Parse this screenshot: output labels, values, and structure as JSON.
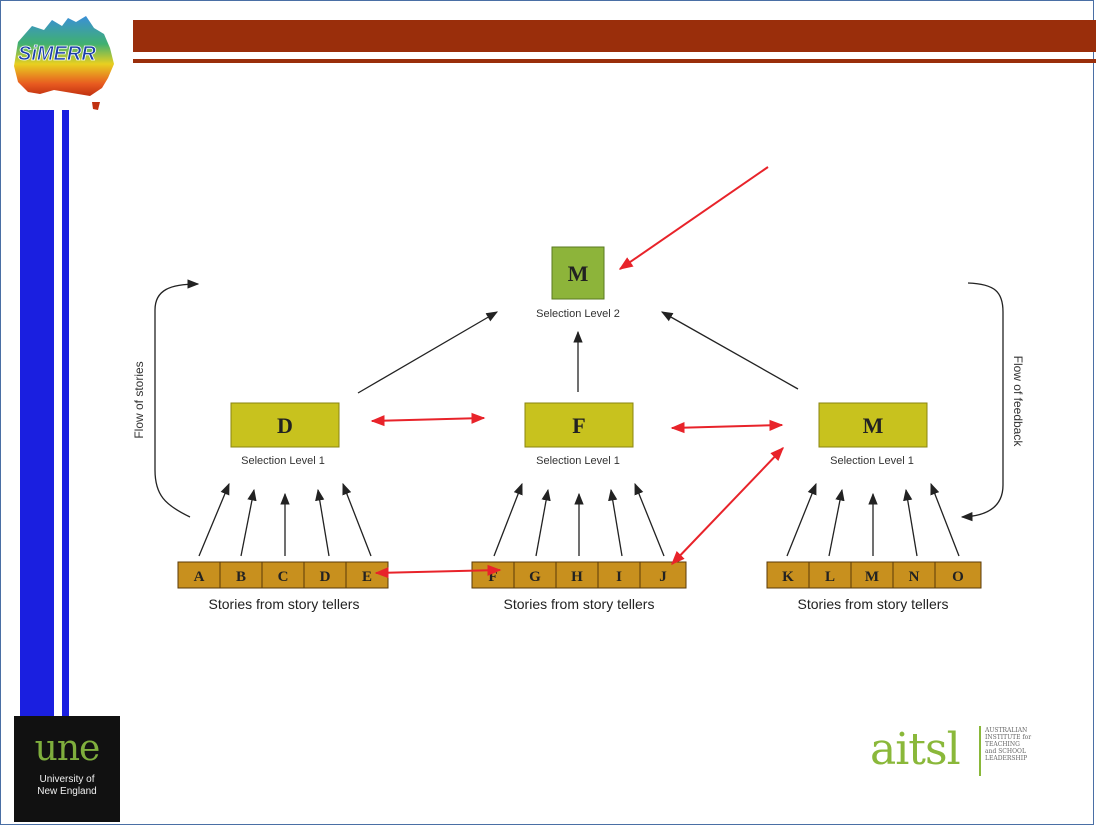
{
  "header": {
    "logo_text": "SiMERR"
  },
  "diagram": {
    "top_node": {
      "letter": "M",
      "caption": "Selection Level 2"
    },
    "level1_nodes": [
      {
        "letter": "D",
        "caption": "Selection Level 1"
      },
      {
        "letter": "F",
        "caption": "Selection Level 1"
      },
      {
        "letter": "M",
        "caption": "Selection Level 1"
      }
    ],
    "story_groups": [
      {
        "letters": [
          "A",
          "B",
          "C",
          "D",
          "E"
        ],
        "caption": "Stories from story tellers"
      },
      {
        "letters": [
          "F",
          "G",
          "H",
          "I",
          "J"
        ],
        "caption": "Stories from story tellers"
      },
      {
        "letters": [
          "K",
          "L",
          "M",
          "N",
          "O"
        ],
        "caption": "Stories from story tellers"
      }
    ],
    "left_flow_label": "Flow of stories",
    "right_flow_label": "Flow of feedback",
    "colors": {
      "top_box": "#8db43a",
      "level1_box": "#c8c21e",
      "story_box": "#c8901e",
      "red_arrow": "#e8232a",
      "black_arrow": "#222222"
    }
  },
  "footer": {
    "une_word": "une",
    "une_line1": "University of",
    "une_line2": "New England",
    "aitsl_word": "aitsl",
    "aitsl_small": [
      "AUSTRALIAN",
      "INSTITUTE for",
      "TEACHING",
      "and SCHOOL",
      "LEADERSHIP"
    ]
  }
}
